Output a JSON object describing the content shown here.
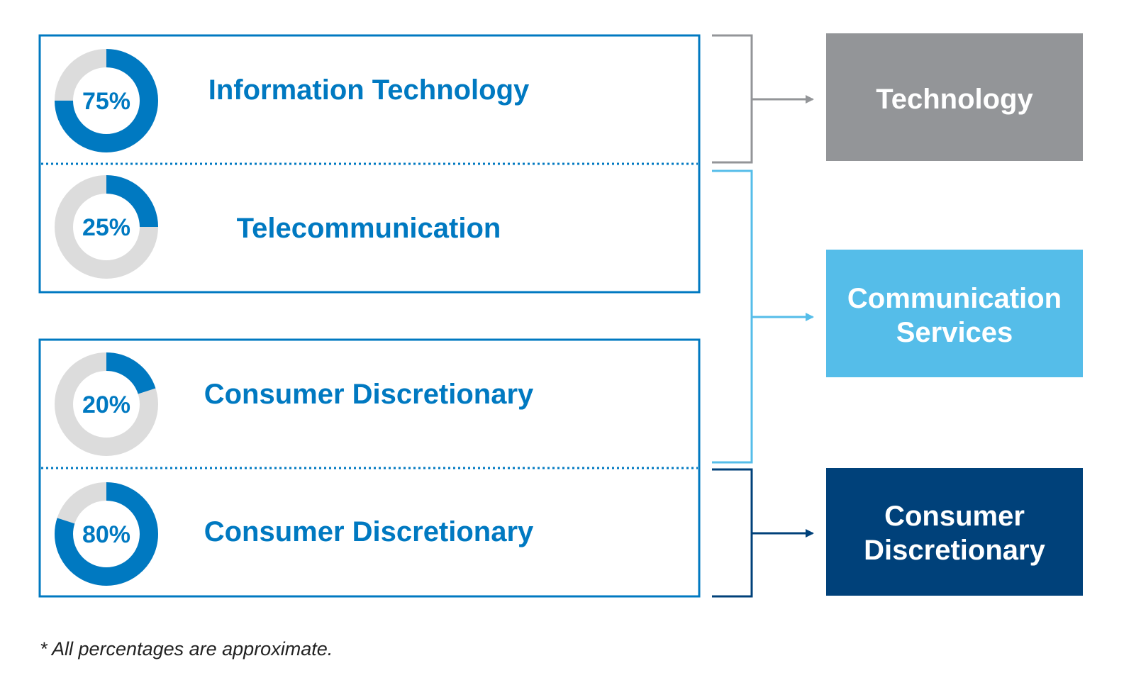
{
  "colors": {
    "accent": "#0079c1",
    "ring_track": "#dcdcdc",
    "technology": "#939598",
    "communication": "#55bde9",
    "consumer": "#00417a",
    "text_dark": "#222222"
  },
  "segments": [
    {
      "label": "Information Technology",
      "percent_label": "75%",
      "percent": 75
    },
    {
      "label": "Telecommunication",
      "percent_label": "25%",
      "percent": 25
    },
    {
      "label": "Consumer Discretionary",
      "percent_label": "20%",
      "percent": 20
    },
    {
      "label": "Consumer Discretionary",
      "percent_label": "80%",
      "percent": 80
    }
  ],
  "targets": [
    {
      "lines": [
        "Technology"
      ],
      "color_key": "technology"
    },
    {
      "lines": [
        "Communication",
        "Services"
      ],
      "color_key": "communication"
    },
    {
      "lines": [
        "Consumer",
        "Discretionary"
      ],
      "color_key": "consumer"
    }
  ],
  "footnote": "* All percentages are approximate."
}
